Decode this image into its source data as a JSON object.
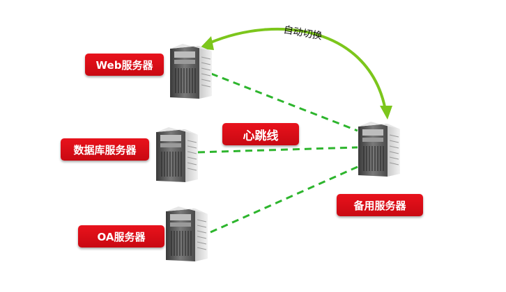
{
  "labels": {
    "web_server": "Web服务器",
    "db_server": "数据库服务器",
    "oa_server": "OA服务器",
    "backup_server": "备用服务器",
    "heartbeat": "心跳线",
    "auto_switch": "自动切换"
  },
  "colors": {
    "label_red": "#d80d16",
    "heartbeat_green": "#2db52d",
    "arrow_green": "#7cc61c"
  },
  "icons": {
    "server": "server-tower-icon"
  }
}
